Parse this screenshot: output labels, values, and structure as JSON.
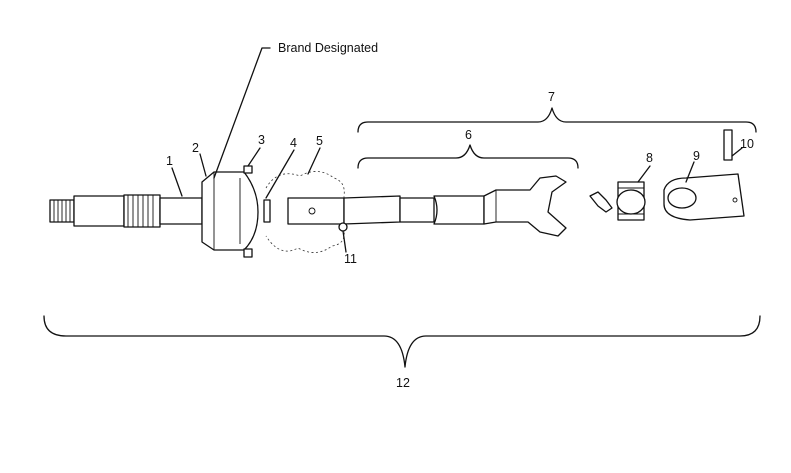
{
  "brand_label": "Brand Designated",
  "callouts": {
    "c1": "1",
    "c2": "2",
    "c3": "3",
    "c4": "4",
    "c5": "5",
    "c6": "6",
    "c7": "7",
    "c8": "8",
    "c9": "9",
    "c10": "10",
    "c11": "11",
    "c12": "12"
  },
  "colors": {
    "ink": "#111111",
    "background": "#ffffff"
  }
}
